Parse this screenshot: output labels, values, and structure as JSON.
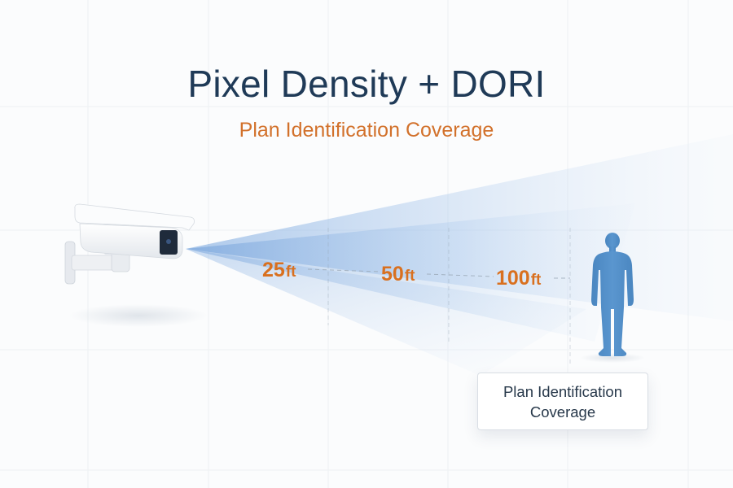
{
  "header": {
    "title": "Pixel Density + DORI",
    "subtitle": "Plan Identification Coverage"
  },
  "diagram": {
    "camera": {
      "icon": "security-camera-icon",
      "position": "left"
    },
    "beam_color": "#5b8fd0",
    "distance_markers": [
      {
        "value": "25",
        "unit": "ft"
      },
      {
        "value": "50",
        "unit": "ft"
      },
      {
        "value": "100",
        "unit": "ft"
      }
    ],
    "target": {
      "icon": "person-silhouette-icon",
      "color": "#4f8cc4"
    },
    "caption": {
      "line1": "Plan Identification",
      "line2": "Coverage"
    }
  },
  "colors": {
    "title": "#1f3a57",
    "accent_orange": "#d9701f",
    "beam_blue": "#5b8fd0",
    "person_blue": "#4f8cc4",
    "background": "#fbfcfd"
  }
}
